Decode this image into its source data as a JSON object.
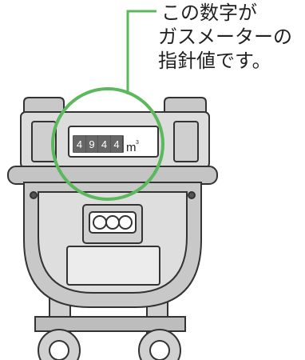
{
  "callout": {
    "lines": [
      "この数字が",
      "ガスメーターの",
      "指針値です。"
    ]
  },
  "meter": {
    "digits": [
      "4",
      "9",
      "4",
      "4"
    ],
    "unit": "m",
    "unit_superscript": "3"
  },
  "colors": {
    "highlight": "#5cb85c",
    "meter_body": "#d9d9d9",
    "meter_dark": "#555555",
    "outline": "#333333"
  }
}
